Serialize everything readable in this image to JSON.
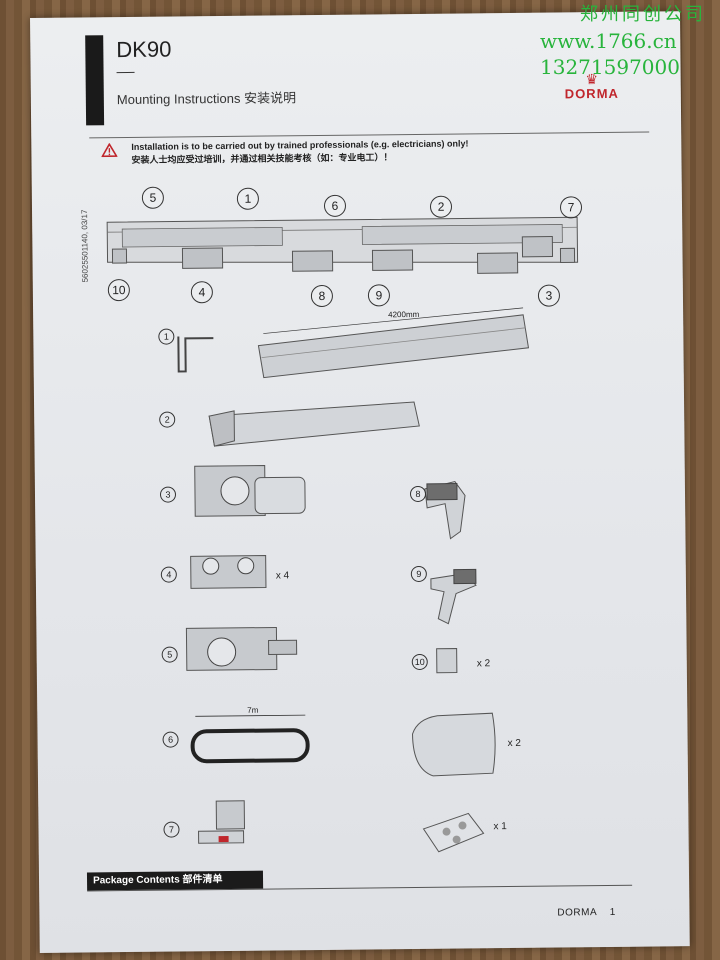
{
  "watermark": {
    "line1": "郑州同创公司",
    "line2": "www.1766.cn",
    "line3": "13271597000"
  },
  "doc": {
    "title": "DK90",
    "subtitle": "Mounting Instructions 安装说明",
    "brand": "DORMA",
    "warning_en": "Installation is to be carried out by trained professionals (e.g. electricians) only!",
    "warning_cn": "安装人士均应受过培训，并通过相关技能考核（如：专业电工）！",
    "doc_number": "56025501140, 03/17",
    "section_label": "Package Contents 部件清单",
    "footer_brand": "DORMA",
    "page_number": "1"
  },
  "assembly_callouts": [
    "5",
    "1",
    "6",
    "2",
    "7",
    "10",
    "4",
    "8",
    "9",
    "3"
  ],
  "parts": {
    "rail_length": "4200mm",
    "belt_length": "7m",
    "items": [
      {
        "num": "1",
        "qty": ""
      },
      {
        "num": "2",
        "qty": ""
      },
      {
        "num": "3",
        "qty": ""
      },
      {
        "num": "4",
        "qty": "x 4"
      },
      {
        "num": "5",
        "qty": ""
      },
      {
        "num": "6",
        "qty": ""
      },
      {
        "num": "7",
        "qty": ""
      },
      {
        "num": "8",
        "qty": ""
      },
      {
        "num": "9",
        "qty": ""
      },
      {
        "num": "10",
        "qty": "x 2"
      },
      {
        "num": "",
        "qty": "x 2"
      },
      {
        "num": "",
        "qty": "x 1"
      }
    ]
  },
  "colors": {
    "accent": "#c0262c",
    "watermark": "#28b43c"
  }
}
